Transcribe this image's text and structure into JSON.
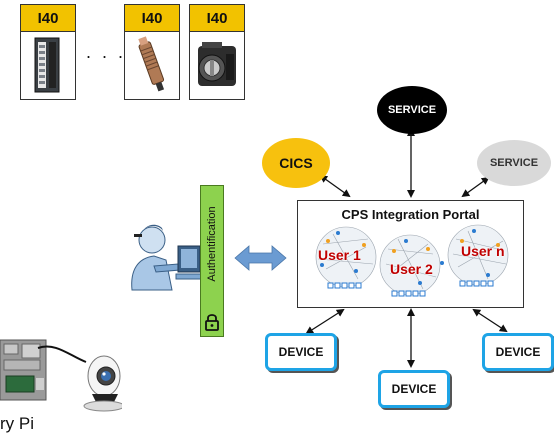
{
  "i40_modules": [
    {
      "label": "I40",
      "device": "plc-module"
    },
    {
      "label": "I40",
      "device": "proximity-sensor"
    },
    {
      "label": "I40",
      "device": "servo-motor"
    }
  ],
  "ellipsis": ". . .",
  "services": {
    "cics": "CICS",
    "service_top": "SERVICE",
    "service_right": "SERVICE"
  },
  "portal": {
    "title": "CPS Integration Portal",
    "users": [
      "User 1",
      "User 2",
      "User n"
    ]
  },
  "authentication_label": "Authentification",
  "devices": [
    "DEVICE",
    "DEVICE",
    "DEVICE"
  ],
  "raspberry_label": "ry Pi",
  "colors": {
    "i40_header": "#f2c200",
    "cics": "#f7c10e",
    "service_top": "#000000",
    "service_right": "#d9d9d9",
    "device_border": "#1ea4e6",
    "auth_bar": "#8dd24e",
    "user_text": "#c00000",
    "double_arrow": "#6b9bd2"
  }
}
